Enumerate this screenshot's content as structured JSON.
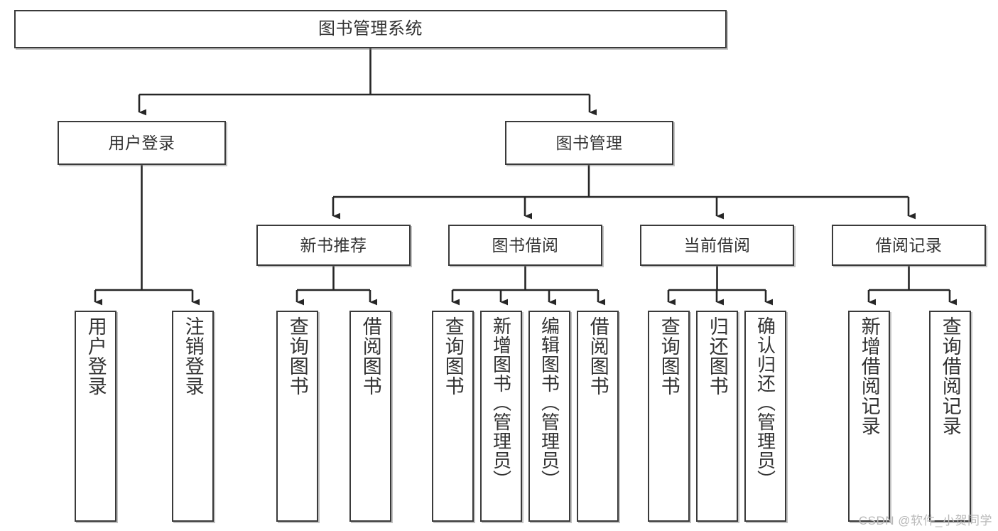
{
  "diagram": {
    "type": "tree",
    "title": "图书管理系统",
    "root": {
      "id": "root",
      "label": "图书管理系统"
    },
    "level2": [
      {
        "id": "user-login",
        "label": "用户登录"
      },
      {
        "id": "book-manage",
        "label": "图书管理"
      }
    ],
    "level3": [
      {
        "id": "new-book-recommend",
        "label": "新书推荐"
      },
      {
        "id": "book-borrow",
        "label": "图书借阅"
      },
      {
        "id": "current-borrow",
        "label": "当前借阅"
      },
      {
        "id": "borrow-record",
        "label": "借阅记录"
      }
    ],
    "leaves": {
      "user-login": [
        {
          "id": "leaf-user-login",
          "label": "用户登录"
        },
        {
          "id": "leaf-logout",
          "label": "注销登录"
        }
      ],
      "new-book-recommend": [
        {
          "id": "leaf-query-book-1",
          "label": "查询图书"
        },
        {
          "id": "leaf-borrow-book-1",
          "label": "借阅图书"
        }
      ],
      "book-borrow": [
        {
          "id": "leaf-query-book-2",
          "label": "查询图书"
        },
        {
          "id": "leaf-add-book",
          "label": "新增图书（管理员）"
        },
        {
          "id": "leaf-edit-book",
          "label": "编辑图书（管理员）"
        },
        {
          "id": "leaf-borrow-book-2",
          "label": "借阅图书"
        }
      ],
      "current-borrow": [
        {
          "id": "leaf-query-book-3",
          "label": "查询图书"
        },
        {
          "id": "leaf-return-book",
          "label": "归还图书"
        },
        {
          "id": "leaf-confirm-return",
          "label": "确认归还（管理员）"
        }
      ],
      "borrow-record": [
        {
          "id": "leaf-add-record",
          "label": "新增借阅记录"
        },
        {
          "id": "leaf-query-record",
          "label": "查询借阅记录"
        }
      ]
    }
  },
  "watermark": {
    "text": "CSDN @软件_小贺同学"
  },
  "colors": {
    "box_border": "#3a3a3a",
    "box_fill": "#ffffff",
    "text": "#333333",
    "connector": "#262626",
    "watermark": "#b9b9b9",
    "background": "#ffffff"
  }
}
